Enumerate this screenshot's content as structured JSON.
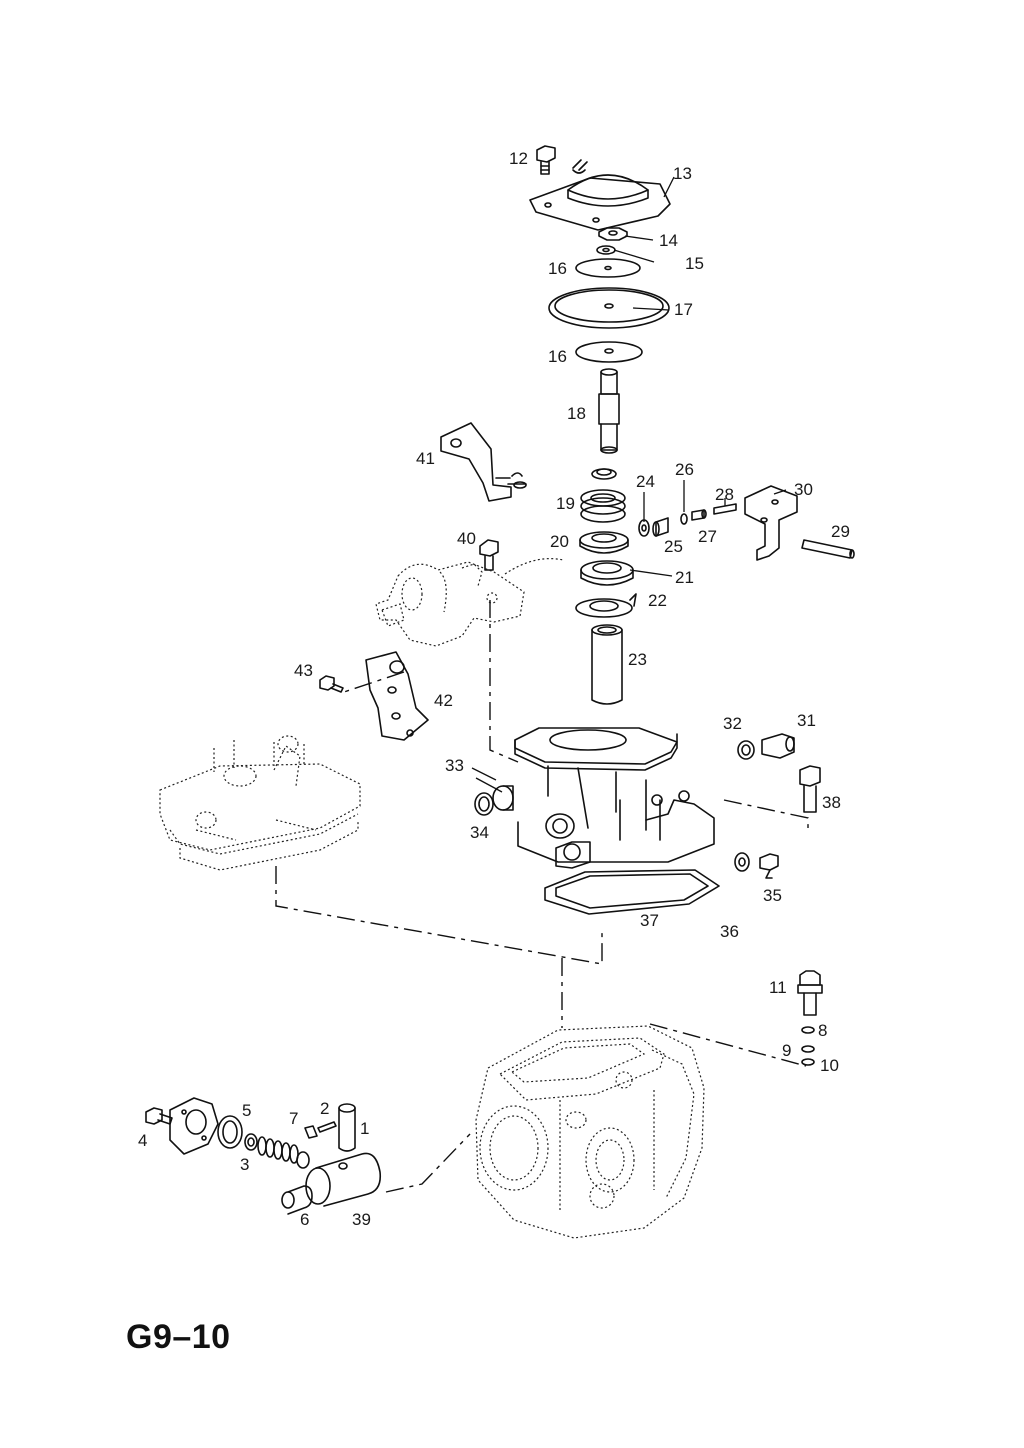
{
  "diagram_code": "G9–10",
  "labels": [
    {
      "id": "12",
      "text": "12"
    },
    {
      "id": "13",
      "text": "13"
    },
    {
      "id": "14",
      "text": "14"
    },
    {
      "id": "15",
      "text": "15"
    },
    {
      "id": "16a",
      "text": "16"
    },
    {
      "id": "17",
      "text": "17"
    },
    {
      "id": "16b",
      "text": "16"
    },
    {
      "id": "18",
      "text": "18"
    },
    {
      "id": "41",
      "text": "41"
    },
    {
      "id": "24",
      "text": "24"
    },
    {
      "id": "26",
      "text": "26"
    },
    {
      "id": "28",
      "text": "28"
    },
    {
      "id": "30",
      "text": "30"
    },
    {
      "id": "19",
      "text": "19"
    },
    {
      "id": "27",
      "text": "27"
    },
    {
      "id": "29",
      "text": "29"
    },
    {
      "id": "25",
      "text": "25"
    },
    {
      "id": "20",
      "text": "20"
    },
    {
      "id": "40",
      "text": "40"
    },
    {
      "id": "21",
      "text": "21"
    },
    {
      "id": "22",
      "text": "22"
    },
    {
      "id": "23",
      "text": "23"
    },
    {
      "id": "43",
      "text": "43"
    },
    {
      "id": "42",
      "text": "42"
    },
    {
      "id": "32",
      "text": "32"
    },
    {
      "id": "31",
      "text": "31"
    },
    {
      "id": "33",
      "text": "33"
    },
    {
      "id": "38",
      "text": "38"
    },
    {
      "id": "34",
      "text": "34"
    },
    {
      "id": "35",
      "text": "35"
    },
    {
      "id": "37",
      "text": "37"
    },
    {
      "id": "36",
      "text": "36"
    },
    {
      "id": "11",
      "text": "11"
    },
    {
      "id": "8",
      "text": "8"
    },
    {
      "id": "9",
      "text": "9"
    },
    {
      "id": "10",
      "text": "10"
    },
    {
      "id": "5",
      "text": "5"
    },
    {
      "id": "2",
      "text": "2"
    },
    {
      "id": "7",
      "text": "7"
    },
    {
      "id": "1",
      "text": "1"
    },
    {
      "id": "4",
      "text": "4"
    },
    {
      "id": "3",
      "text": "3"
    },
    {
      "id": "6",
      "text": "6"
    },
    {
      "id": "39",
      "text": "39"
    }
  ]
}
